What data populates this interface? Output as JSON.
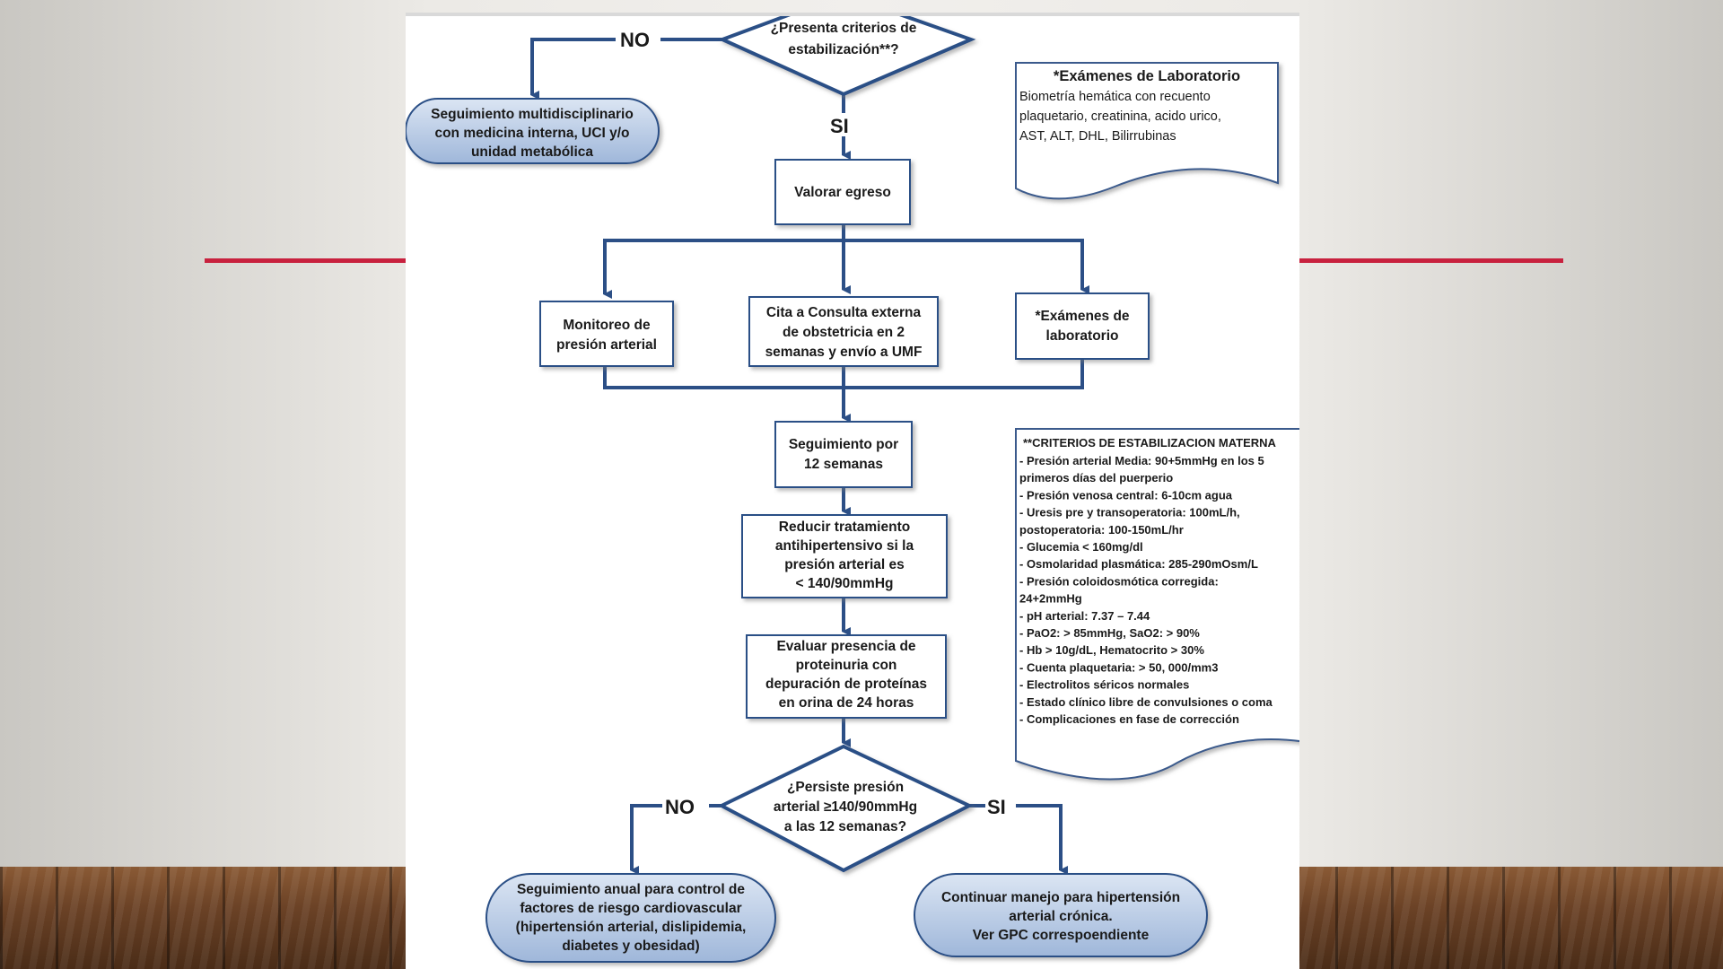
{
  "diagram": {
    "decision_top": [
      "¿Presenta criterios de",
      "estabilización**?"
    ],
    "label_no_top": "NO",
    "label_si_top": "SI",
    "followup_multi": [
      "Seguimiento multidisciplinario",
      "con medicina interna, UCI y/o",
      "unidad metabólica"
    ],
    "valorar_egreso": "Valorar egreso",
    "monitoreo": [
      "Monitoreo de",
      "presión arterial"
    ],
    "cita": [
      "Cita a Consulta externa",
      "de obstetricia en 2",
      "semanas y envío a UMF"
    ],
    "examenes_box": [
      "*Exámenes de",
      "laboratorio"
    ],
    "seguimiento_12": [
      "Seguimiento por",
      "12 semanas"
    ],
    "reducir": [
      "Reducir tratamiento",
      "antihipertensivo si la",
      "presión arterial es",
      "< 140/90mmHg"
    ],
    "evaluar": [
      "Evaluar presencia de",
      "proteinuria con",
      "depuración de proteínas",
      "en orina de 24 horas"
    ],
    "decision_bottom": [
      "¿Persiste presión",
      "arterial ≥140/90mmHg",
      "a las 12 semanas?"
    ],
    "label_no_bottom": "NO",
    "label_si_bottom": "SI",
    "seguimiento_anual": [
      "Seguimiento anual para control de",
      "factores de riesgo cardiovascular",
      "(hipertensión arterial, dislipidemia,",
      "diabetes y obesidad)"
    ],
    "continuar": [
      "Continuar manejo para hipertensión",
      "arterial crónica.",
      "Ver GPC correspoendiente"
    ],
    "lab_note_title": "*Exámenes de Laboratorio",
    "lab_note_lines": [
      "Biometría hemática con recuento",
      "plaquetario, creatinina, acido urico,",
      "AST, ALT, DHL, Bilirrubinas"
    ],
    "criteria_title": "**CRITERIOS DE ESTABILIZACION MATERNA",
    "criteria_lines": [
      "- Presión arterial Media: 90+5mmHg en los 5",
      "primeros días del puerperio",
      "- Presión venosa central: 6-10cm agua",
      "- Uresis pre y transoperatoria: 100mL/h,",
      "postoperatoria: 100-150mL/hr",
      "- Glucemia < 160mg/dl",
      "- Osmolaridad plasmática: 285-290mOsm/L",
      "- Presión coloidosmótica corregida:",
      "24+2mmHg",
      "- pH arterial: 7.37 – 7.44",
      "- PaO2: > 85mmHg, SaO2: > 90%",
      "- Hb > 10g/dL, Hematocrito > 30%",
      "- Cuenta plaquetaria: > 50, 000/mm3",
      "- Electrolitos séricos normales",
      "- Estado clínico libre de convulsiones o coma",
      "- Complicaciones en fase de corrección"
    ]
  },
  "colors": {
    "arrow": "#2c4f86",
    "box_border": "#2c4f86",
    "terminal_fill": "#b9cbe4",
    "accent_line": "#c8213e"
  }
}
